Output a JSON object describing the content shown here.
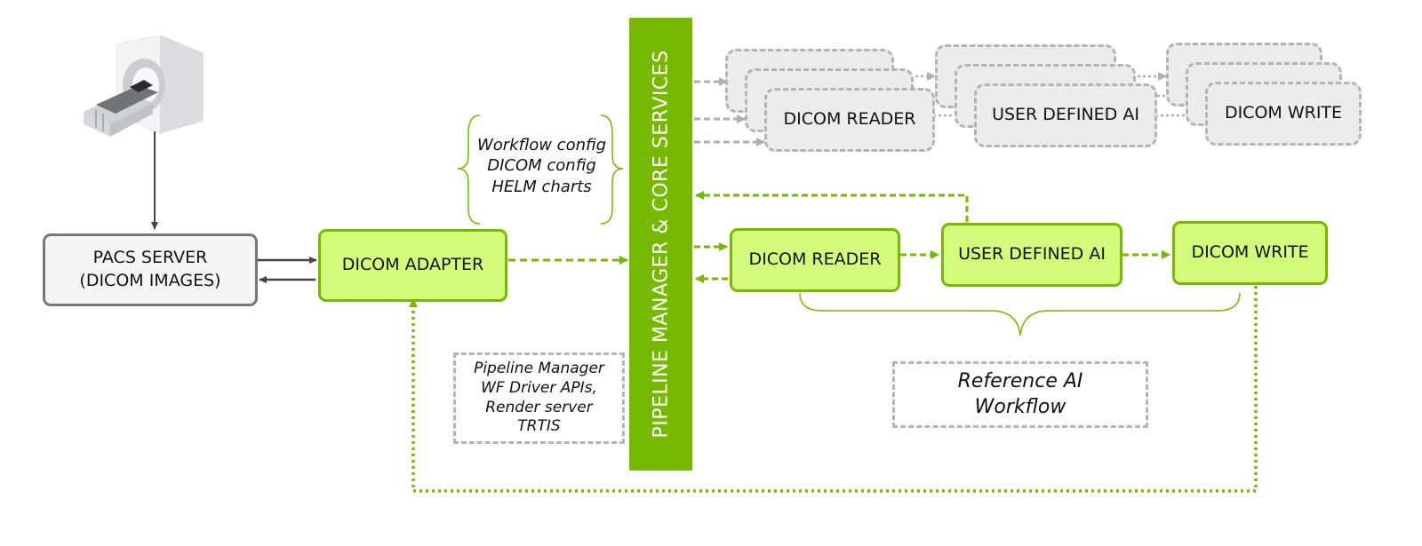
{
  "pacs": {
    "line1": "PACS SERVER",
    "line2": "(DICOM IMAGES)"
  },
  "adapter": {
    "label": "DICOM ADAPTER"
  },
  "config_notes": {
    "line1": "Workflow config",
    "line2": "DICOM config",
    "line3": "HELM charts"
  },
  "pipeline_note": {
    "line1": "Pipeline Manager",
    "line2": "WF Driver APIs,",
    "line3": "Render server",
    "line4": "TRTIS"
  },
  "pipeline": {
    "label": "PIPELINE MANAGER & CORE SERVICES"
  },
  "stack_boxes": {
    "reader": "DICOM READER",
    "ai": "USER DEFINED AI",
    "write": "DICOM WRITE"
  },
  "workflow": {
    "reader": "DICOM READER",
    "ai": "USER DEFINED AI",
    "write": "DICOM WRITE"
  },
  "reference": {
    "line1": "Reference AI",
    "line2": "Workflow"
  },
  "icons": {
    "scanner": "ct-scanner-icon"
  },
  "colors": {
    "nvidia_green": "#76b900",
    "box_fill": "#d2fc79",
    "ghost_fill": "#ececec",
    "ghost_border": "#b4b4b4"
  }
}
